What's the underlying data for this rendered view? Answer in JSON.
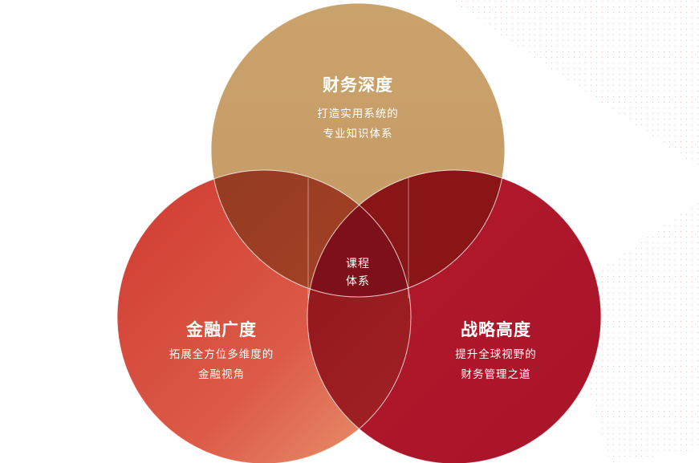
{
  "circles": {
    "top": {
      "title": "财务深度",
      "desc_line1": "打造实用系统的",
      "desc_line2": "专业知识体系",
      "color": "#c9a06a"
    },
    "left": {
      "title": "金融广度",
      "desc_line1": "拓展全方位多维度的",
      "desc_line2": "金融视角",
      "color": "#d64535"
    },
    "right": {
      "title": "战略高度",
      "desc_line1": "提升全球视野的",
      "desc_line2": "财务管理之道",
      "color": "#b01a2b"
    }
  },
  "center": {
    "line1": "课程",
    "line2": "体系"
  }
}
